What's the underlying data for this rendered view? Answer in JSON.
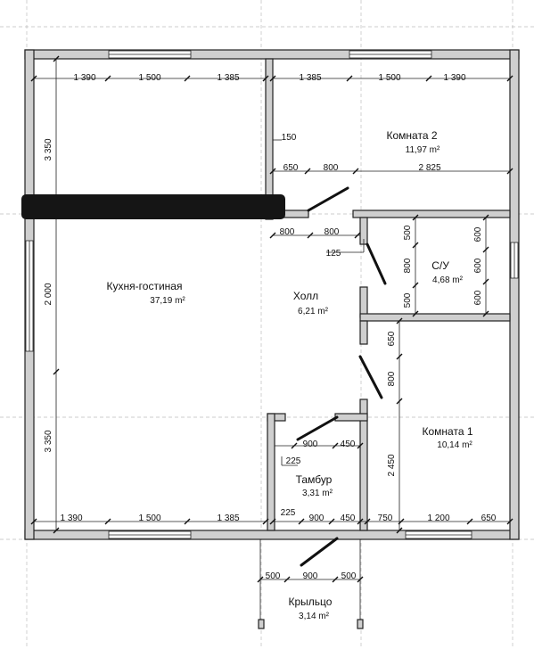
{
  "rooms": {
    "kitchen": {
      "name": "Кухня-гостиная",
      "area": "37,19 m²"
    },
    "room2": {
      "name": "Комната 2",
      "area": "11,97 m²"
    },
    "bath": {
      "name": "С/У",
      "area": "4,68 m²"
    },
    "hall": {
      "name": "Холл",
      "area": "6,21 m²"
    },
    "room1": {
      "name": "Комната 1",
      "area": "10,14 m²"
    },
    "tambour": {
      "name": "Тамбур",
      "area": "3,31 m²"
    },
    "porch": {
      "name": "Крыльцо",
      "area": "3,14 m²"
    }
  },
  "dimensions": {
    "top_left": [
      "1 390",
      "1 500",
      "1 385"
    ],
    "top_right": [
      "1 385",
      "1 500",
      "1 390"
    ],
    "bottom_left": [
      "1 390",
      "1 500",
      "1 385"
    ],
    "left_side": [
      "3 350",
      "2 000",
      "3 350"
    ],
    "room2_row": [
      "650",
      "800",
      "2 825"
    ],
    "room2_150": "150",
    "hall_row": [
      "800",
      "800"
    ],
    "hall_125": "125",
    "bath_left": [
      "500",
      "800",
      "500"
    ],
    "bath_right": [
      "600",
      "600",
      "600"
    ],
    "room1_left": [
      "650",
      "800",
      "2 450"
    ],
    "tambour_top": [
      "900",
      "450"
    ],
    "tambour_225": "225",
    "bottom_mid": [
      "225",
      "900",
      "450"
    ],
    "bottom_right": [
      "750",
      "1 200",
      "650"
    ],
    "porch_row": [
      "500",
      "900",
      "500"
    ]
  }
}
